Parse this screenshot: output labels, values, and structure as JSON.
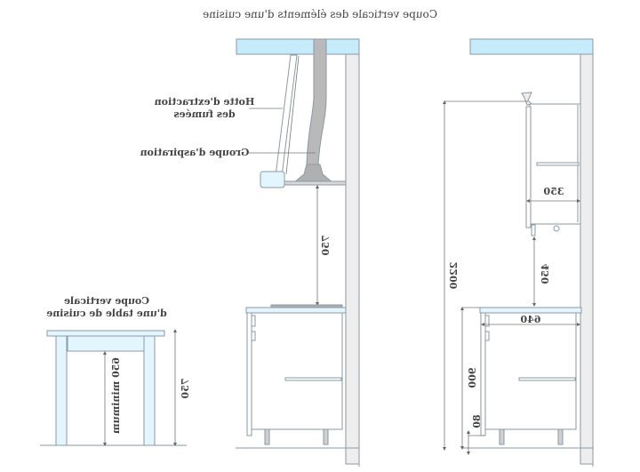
{
  "title": "Coupe verticale des éléments d'une cuisine",
  "mirrored": true,
  "colors": {
    "ceiling_fill": "#c6ecfb",
    "wall_fill": "#eeeeee",
    "line": "#8a9aa6",
    "duct_fill": "#b9b9b9",
    "text": "#444444"
  },
  "hood_section": {
    "label_hood": [
      "Hotte d'extraction",
      "des fumées"
    ],
    "label_group": "Groupe d'aspiration",
    "dim_hood_to_cooktop": "750"
  },
  "table_section": {
    "label": [
      "Coupe verticale",
      "d'une table de cuisine"
    ],
    "dim_table_height": "750",
    "dim_knee_clearance": "650 minimum"
  },
  "wall_cabinet_section": {
    "dim_total_height": "2200",
    "dim_wall_cabinet_depth": "350",
    "dim_gap_counter_to_wall_cabinet": "450",
    "dim_base_depth": "640",
    "dim_counter_height": "900",
    "dim_plinth": "80"
  }
}
